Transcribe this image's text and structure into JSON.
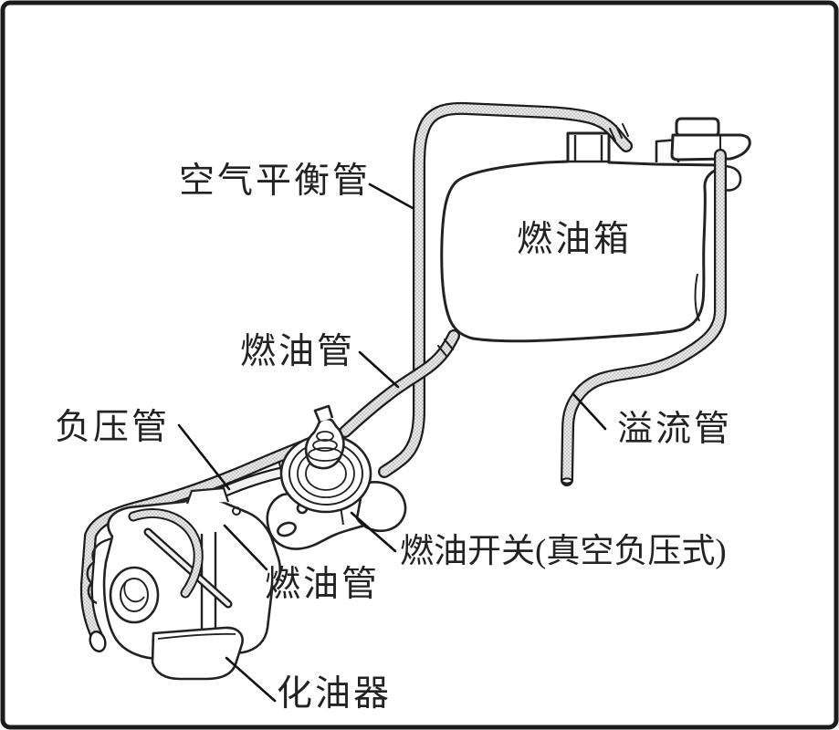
{
  "diagram": {
    "type": "line-art-schematic",
    "background_color": "#ffffff",
    "line_color": "#1c1c1c",
    "stipple_color": "#9a9a9a",
    "labels": {
      "air_balance_pipe": "空气平衡管",
      "fuel_tank": "燃油箱",
      "fuel_pipe_upper": "燃油管",
      "vacuum_pipe": "负压管",
      "overflow_pipe": "溢流管",
      "fuel_switch": "燃油开关(真空负压式)",
      "fuel_pipe_lower": "燃油管",
      "carburetor": "化油器"
    },
    "components": [
      "air-balance-pipe",
      "fuel-tank",
      "fuel-filler-cap",
      "fuel-pipe-upper",
      "vacuum-pipe",
      "overflow-pipe",
      "fuel-switch-vacuum-type",
      "fuel-pipe-lower",
      "carburetor"
    ]
  }
}
